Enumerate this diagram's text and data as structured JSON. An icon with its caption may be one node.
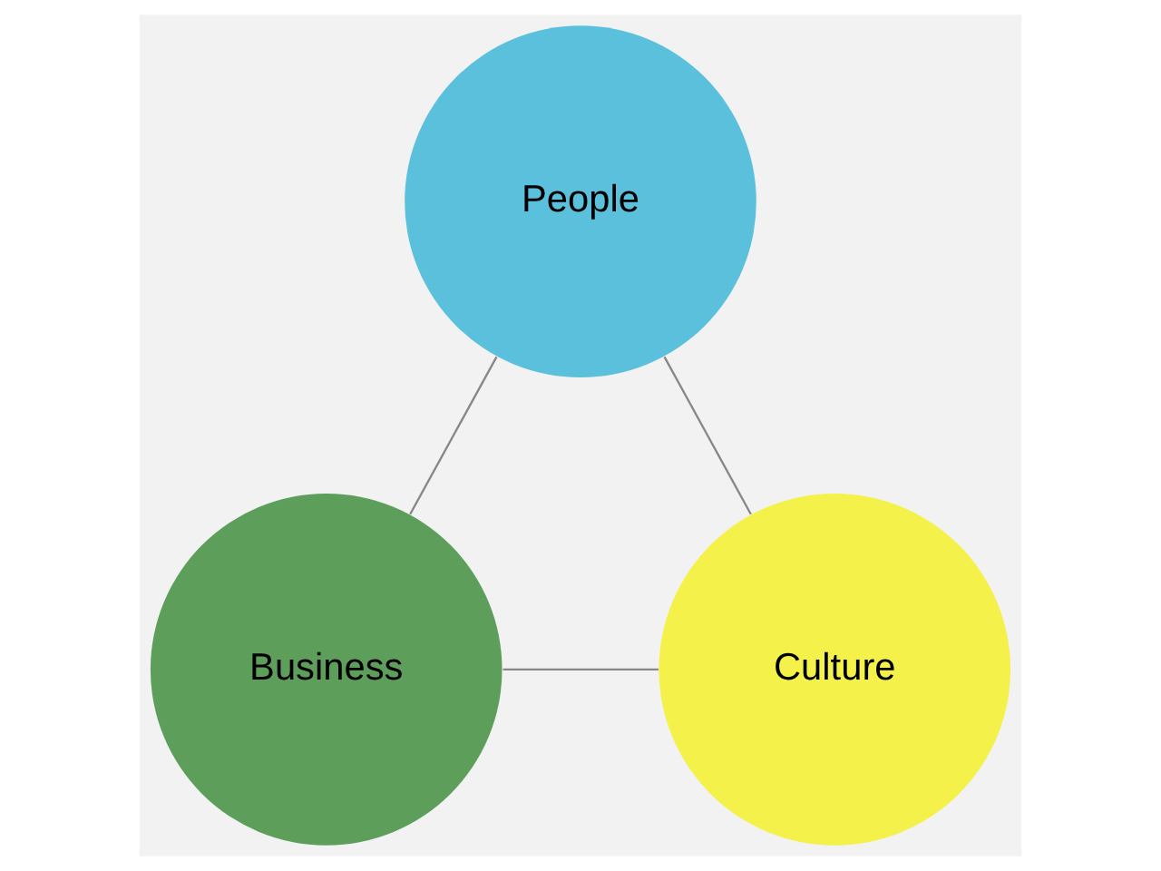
{
  "diagram": {
    "nodes": [
      {
        "text": [
          "People"
        ]
      },
      {
        "text": [
          "Business"
        ]
      },
      {
        "text": [
          "Culture"
        ]
      }
    ],
    "edges": [
      {
        "from": 0,
        "to": 1,
        "arrow": "none"
      },
      {
        "from": 0,
        "to": 2,
        "arrow": "none"
      },
      {
        "from": 1,
        "to": 2,
        "arrow": "none"
      }
    ]
  }
}
